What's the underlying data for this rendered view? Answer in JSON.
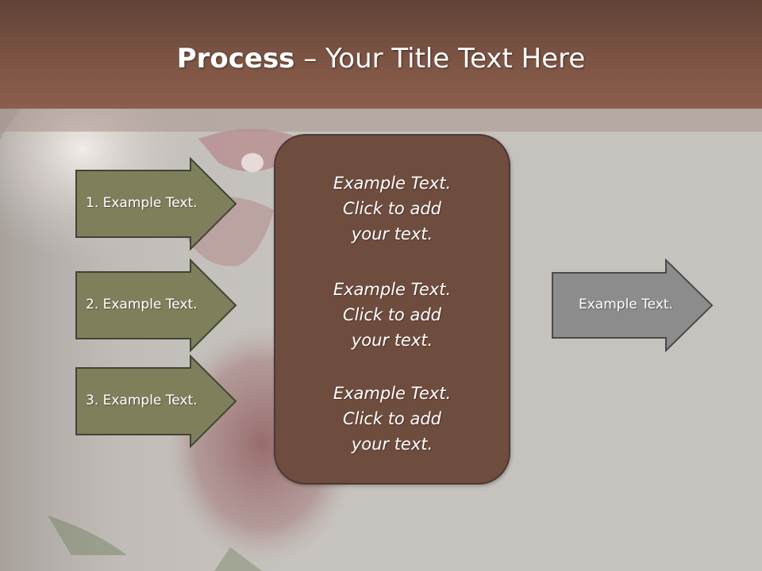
{
  "slide": {
    "title_bold": "Process",
    "title_rest": " – Your Title Text Here",
    "left_arrows": [
      {
        "label": "1. Example Text."
      },
      {
        "label": "2. Example Text."
      },
      {
        "label": "3. Example Text."
      }
    ],
    "center_items": [
      {
        "line1": "Example Text.",
        "line2": "Click  to add",
        "line3": "your text."
      },
      {
        "line1": "Example Text.",
        "line2": "Click  to add",
        "line3": "your text."
      },
      {
        "line1": "Example Text.",
        "line2": "Click  to add",
        "line3": "your text."
      }
    ],
    "right_arrow": {
      "label": "Example Text."
    },
    "colors": {
      "header": "#7d5444",
      "arrow_fill": "#7f7f5c",
      "center_box": "#6e4c3e",
      "right_arrow_fill": "#8c8c8c"
    }
  }
}
